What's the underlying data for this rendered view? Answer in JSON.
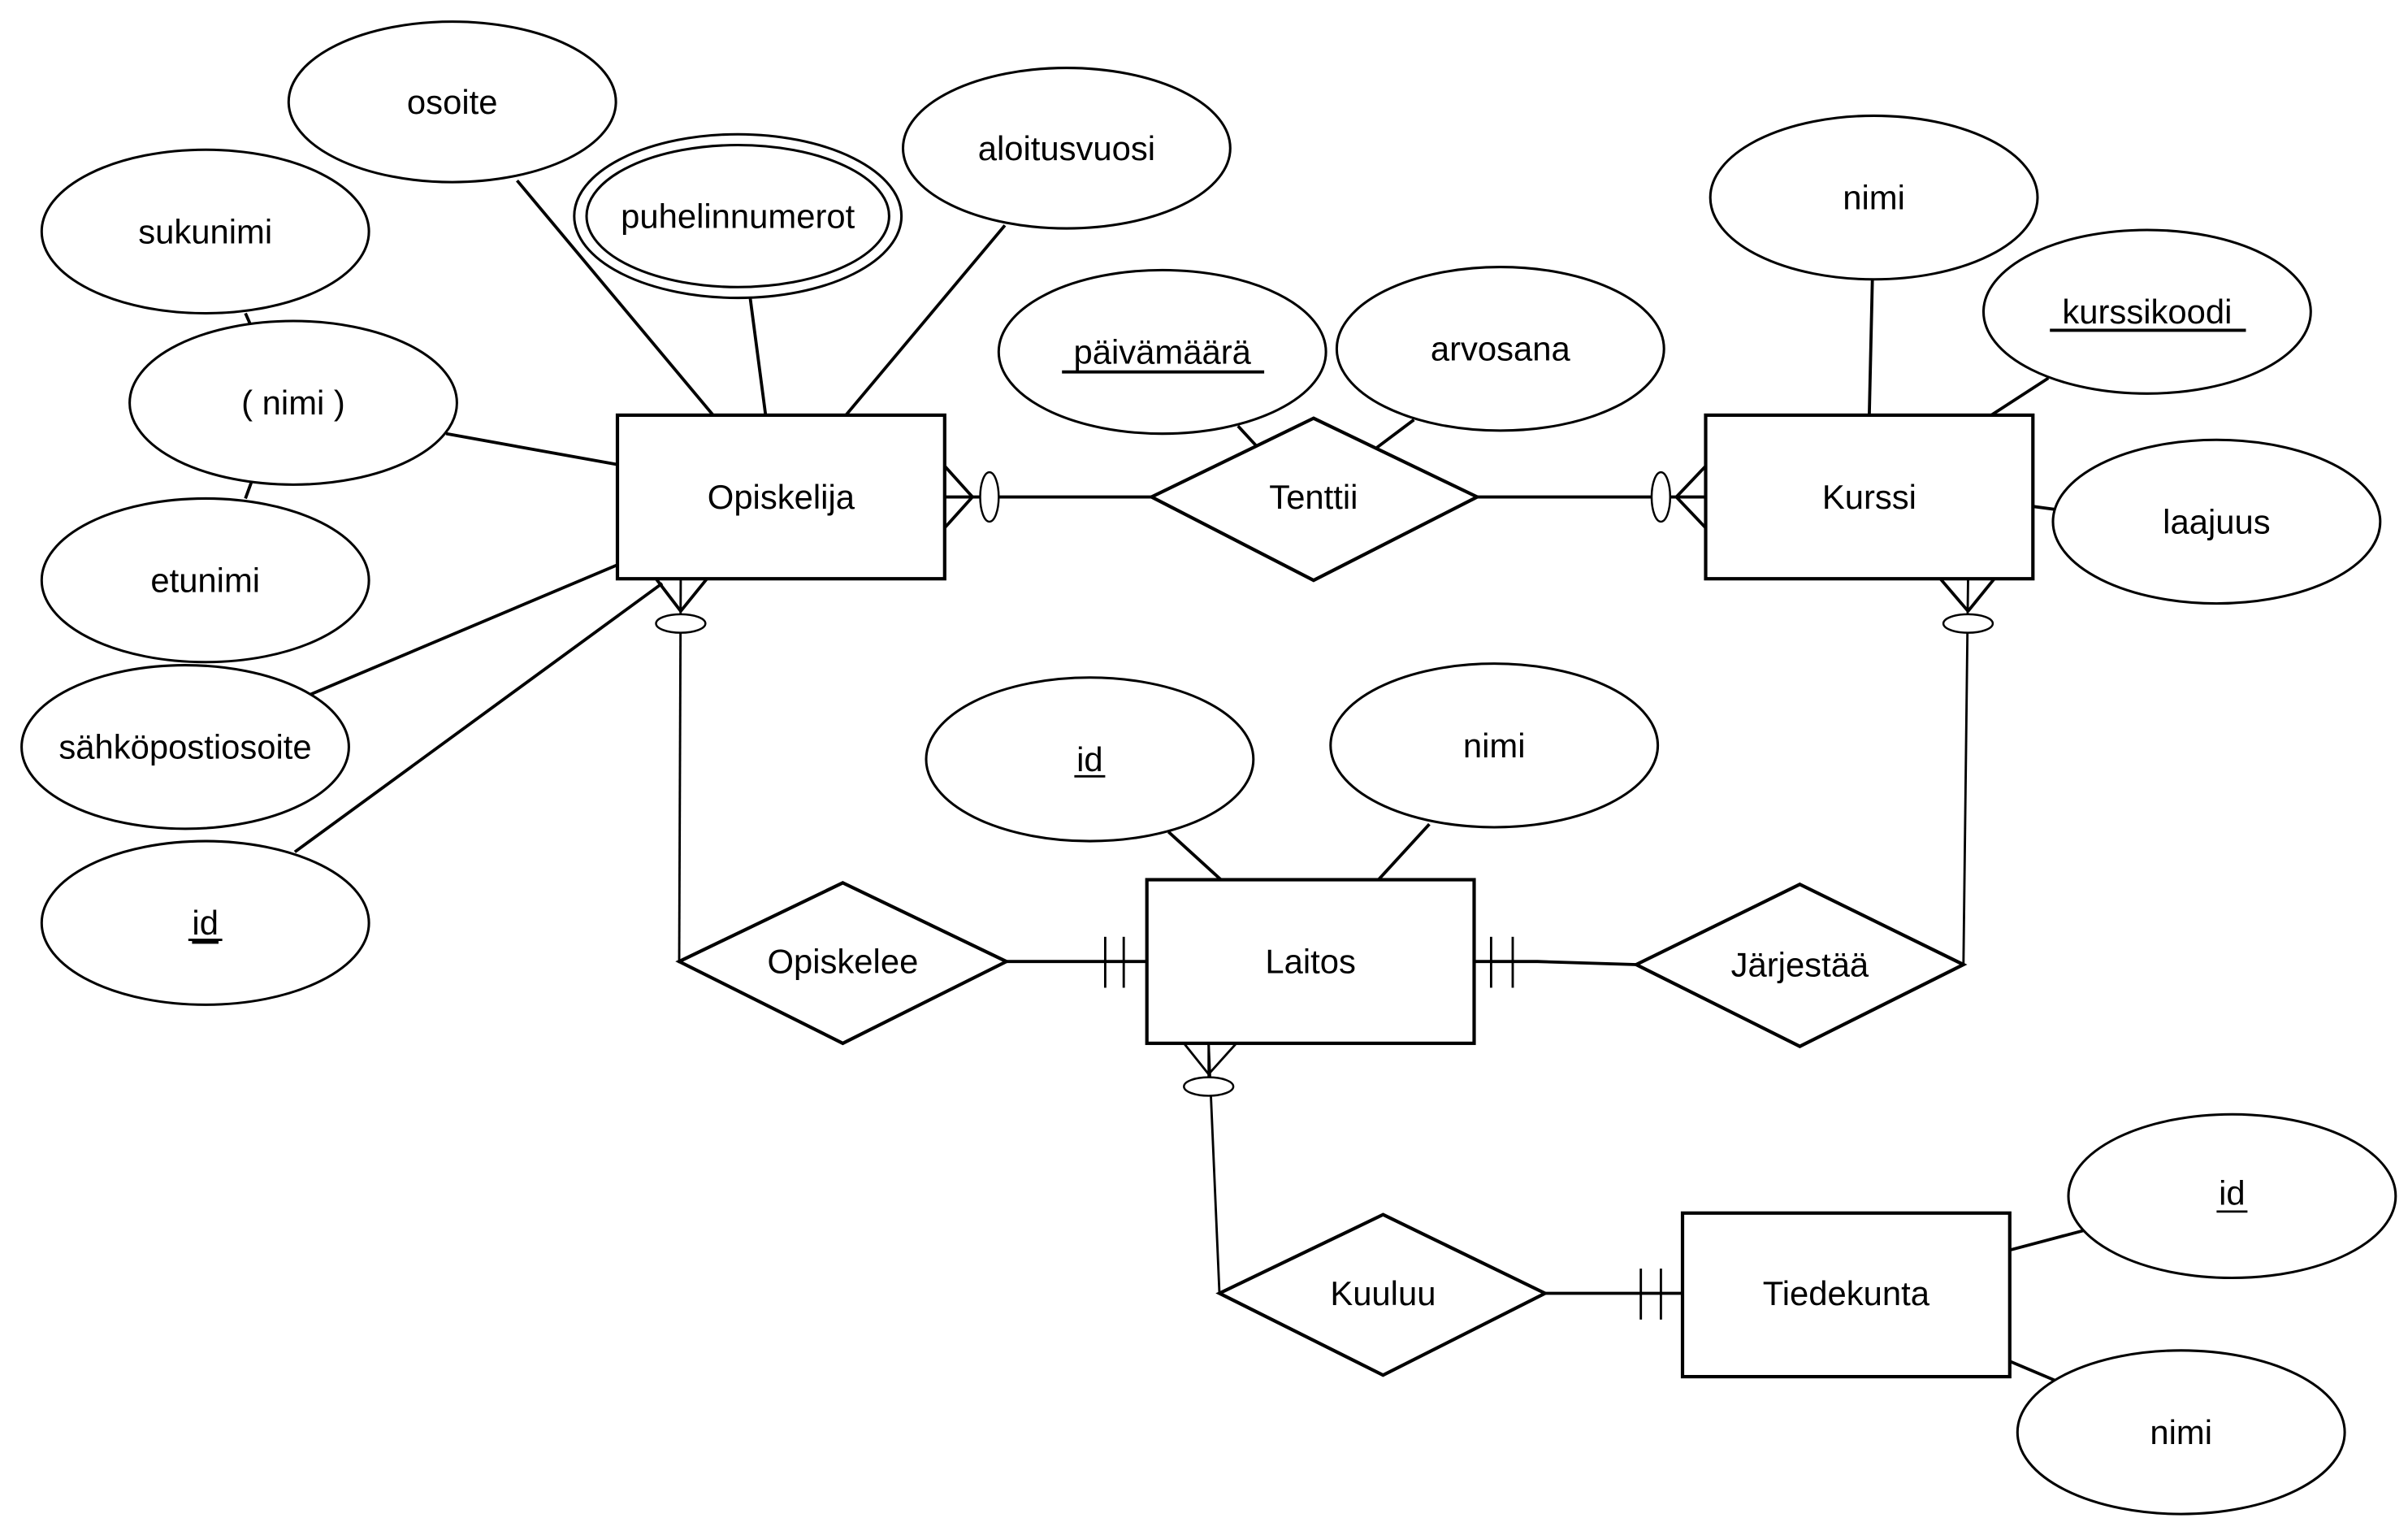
{
  "diagram": {
    "type": "ER diagram (crow's foot notation)",
    "colors": {
      "stroke": "#000000",
      "fill": "#ffffff"
    },
    "entities": [
      {
        "id": "opiskelija",
        "label": "Opiskelija"
      },
      {
        "id": "kurssi",
        "label": "Kurssi"
      },
      {
        "id": "laitos",
        "label": "Laitos"
      },
      {
        "id": "tiedekunta",
        "label": "Tiedekunta"
      }
    ],
    "relationships": [
      {
        "id": "tenttii",
        "label": "Tenttii"
      },
      {
        "id": "opiskelee",
        "label": "Opiskelee"
      },
      {
        "id": "jarjestaa",
        "label": "Järjestää"
      },
      {
        "id": "kuuluu",
        "label": "Kuuluu"
      }
    ],
    "attributes": {
      "opiskelija": {
        "osoite": "osoite",
        "puhelinnumerot": "puhelinnumerot",
        "aloitusvuosi": "aloitusvuosi",
        "sukunimi": "sukunimi",
        "nimi": "( nimi )",
        "etunimi": "etunimi",
        "sahkopostiosoite": "sähköpostiosoite",
        "id": "id"
      },
      "tenttii": {
        "paivamaara": "päivämäärä",
        "arvosana": "arvosana"
      },
      "kurssi": {
        "nimi": "nimi",
        "kurssikoodi": "kurssikoodi",
        "laajuus": "laajuus"
      },
      "laitos": {
        "id": "id",
        "nimi": "nimi"
      },
      "tiedekunta": {
        "id": "id",
        "nimi": "nimi"
      }
    },
    "key_attributes": [
      "opiskelija.id",
      "tenttii.päivämäärä",
      "kurssi.kurssikoodi",
      "laitos.id",
      "tiedekunta.id"
    ],
    "multivalued_attributes": [
      "opiskelija.puhelinnumerot"
    ],
    "composite_attributes": [
      "opiskelija.nimi (etunimi, sukunimi)"
    ],
    "cardinalities": [
      {
        "relationship": "Tenttii",
        "end": "Opiskelija",
        "notation": "zero-or-many"
      },
      {
        "relationship": "Tenttii",
        "end": "Kurssi",
        "notation": "zero-or-many"
      },
      {
        "relationship": "Opiskelee",
        "end": "Opiskelija",
        "notation": "zero-or-many"
      },
      {
        "relationship": "Opiskelee",
        "end": "Laitos",
        "notation": "exactly-one"
      },
      {
        "relationship": "Järjestää",
        "end": "Kurssi",
        "notation": "zero-or-many"
      },
      {
        "relationship": "Järjestää",
        "end": "Laitos",
        "notation": "exactly-one"
      },
      {
        "relationship": "Kuuluu",
        "end": "Laitos",
        "notation": "zero-or-many"
      },
      {
        "relationship": "Kuuluu",
        "end": "Tiedekunta",
        "notation": "exactly-one"
      }
    ]
  }
}
